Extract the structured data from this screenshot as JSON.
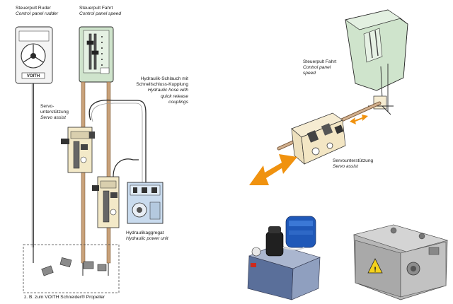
{
  "labels": {
    "rudder_panel": {
      "de": "Steuerpult Ruder",
      "en": "Control panel rudder"
    },
    "speed_panel": {
      "de": "Steuerpult Fahrt",
      "en": "Control panel speed"
    },
    "servo_assist": {
      "de_1": "Servo-",
      "de_2": "unterstützung",
      "en": "Servo assist"
    },
    "hydraulic_hose": {
      "de_1": "Hydraulik-Schlauch mit",
      "de_2": "Schnellschluss-Kupplung",
      "en_1": "Hydraulic hose with",
      "en_2": "quick release",
      "en_3": "couplings"
    },
    "power_unit": {
      "de": "Hydraulikaggregat",
      "en": "Hydraulic power unit"
    },
    "propeller_note": "z. B. zum VOITH Schneider® Propeller",
    "speed_panel_right": {
      "de": "Steuerpult Fahrt",
      "en_1": "Control panel",
      "en_2": "speed"
    },
    "servo_assist_right": {
      "de": "Servounterstützung",
      "en": "Servo assist"
    }
  },
  "panel_brand": "VOITH",
  "colors": {
    "accent_orange": "#f0920f",
    "panel_green": "#cfe4cc",
    "linkage_cream": "#f3e9c8",
    "rod_tan": "#c9a27a",
    "power_unit_blue": "#c9dbee",
    "line": "#2a2a2a"
  }
}
